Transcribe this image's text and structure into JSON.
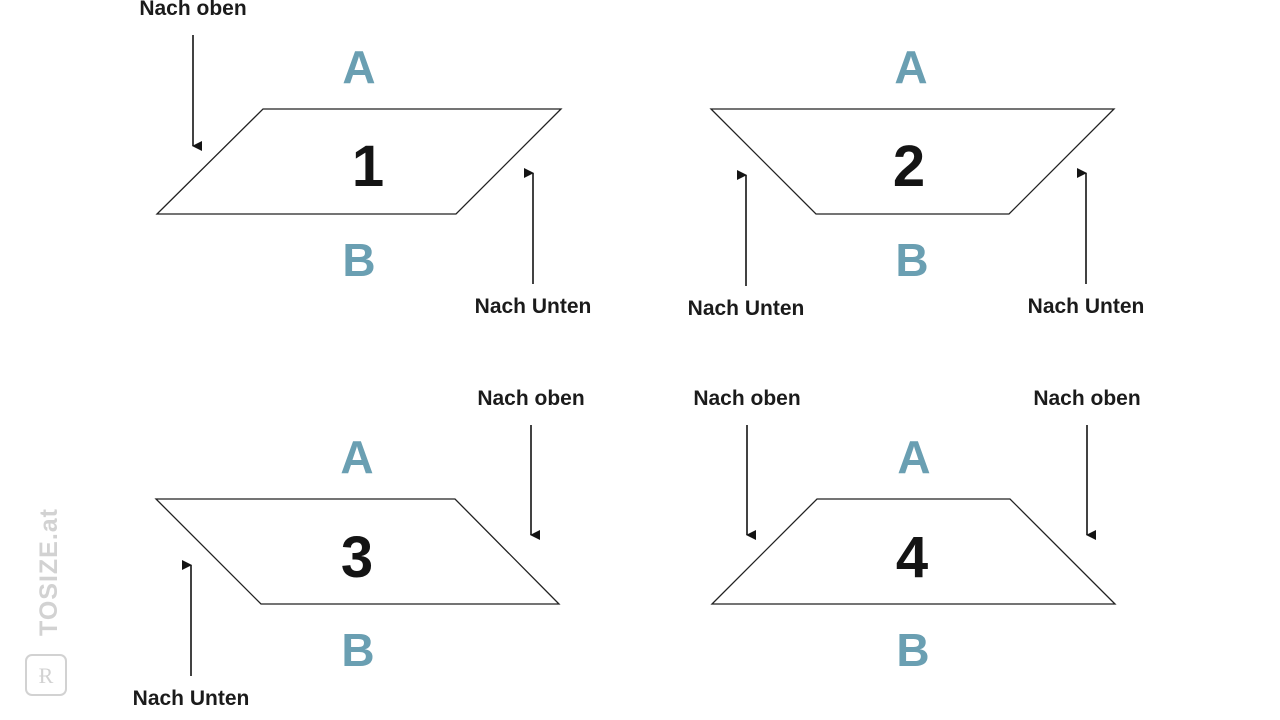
{
  "colors": {
    "accent": "#6a9fb2",
    "ink": "#141414",
    "watermark": "#d2d2d2"
  },
  "panels": [
    {
      "number": "1",
      "top_letter": "A",
      "bottom_letter": "B"
    },
    {
      "number": "2",
      "top_letter": "A",
      "bottom_letter": "B"
    },
    {
      "number": "3",
      "top_letter": "A",
      "bottom_letter": "B"
    },
    {
      "number": "4",
      "top_letter": "A",
      "bottom_letter": "B"
    }
  ],
  "arrows": [
    {
      "panel": "1",
      "direction": "down",
      "label": "Nach oben"
    },
    {
      "panel": "1",
      "direction": "up",
      "label": "Nach Unten"
    },
    {
      "panel": "2",
      "direction": "up",
      "label": "Nach Unten"
    },
    {
      "panel": "2",
      "direction": "up",
      "label": "Nach Unten"
    },
    {
      "panel": "3",
      "direction": "down",
      "label": "Nach oben"
    },
    {
      "panel": "3",
      "direction": "up",
      "label": "Nach Unten"
    },
    {
      "panel": "4",
      "direction": "down",
      "label": "Nach oben"
    },
    {
      "panel": "4",
      "direction": "down",
      "label": "Nach oben"
    }
  ],
  "watermark": {
    "text": "TOSIZE.at",
    "icon": "r-logo-icon"
  }
}
